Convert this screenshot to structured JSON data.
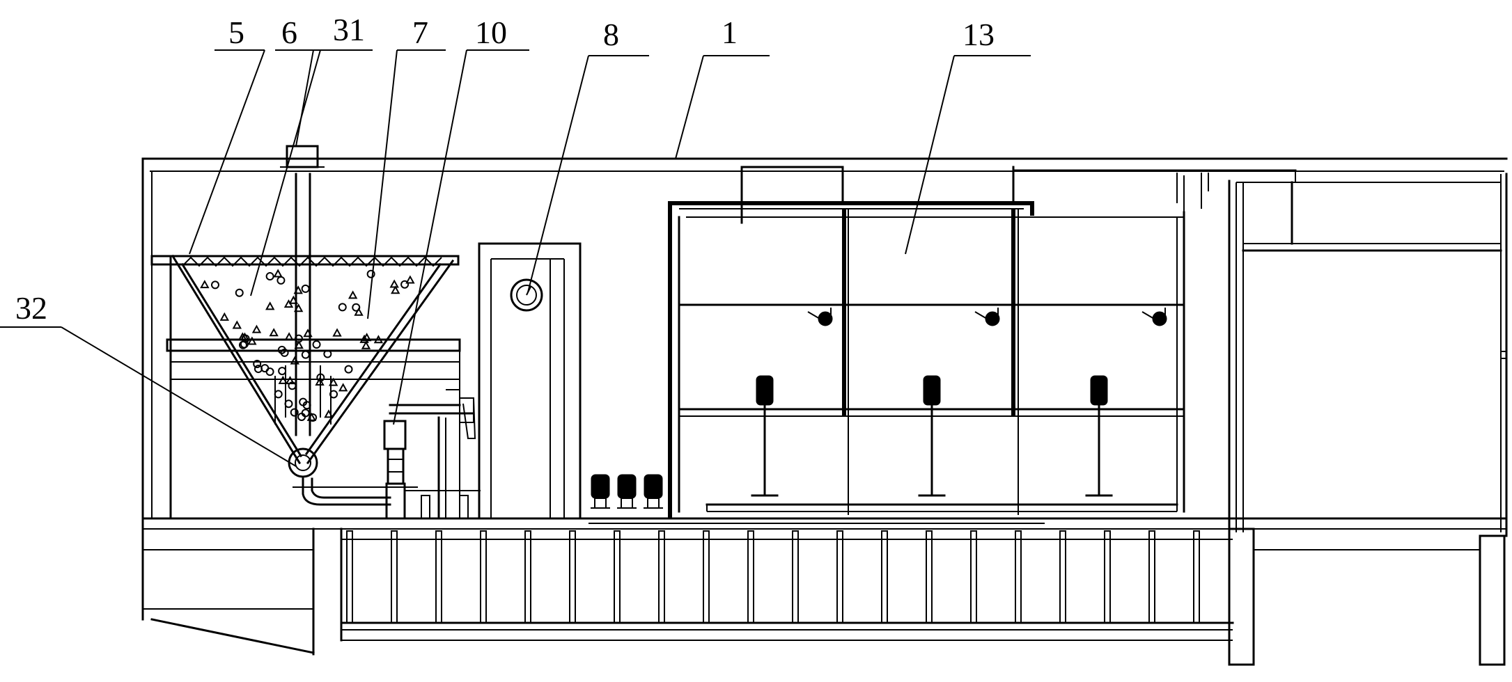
{
  "labels": {
    "l5": "5",
    "l6": "6",
    "l31": "31",
    "l7": "7",
    "l10": "10",
    "l8": "8",
    "l1": "1",
    "l13": "13",
    "l32": "32"
  }
}
